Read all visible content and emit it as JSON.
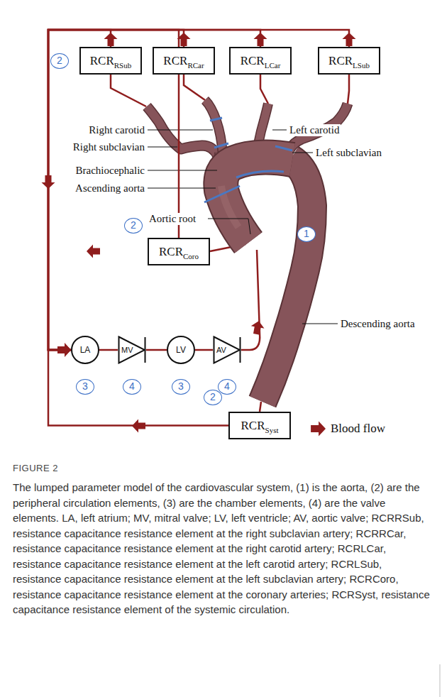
{
  "diagram": {
    "caption": "The lumped parameter model of the cardiovascular system, (1) is the aorta, (2) are the peripheral circulation elements, (3) are the chamber elements, (4) are the valve elements. LA, left atrium; MV, mitral valve; LV, left ventricle; AV, aortic valve; RCRRSub, resistance capacitance resistance element at the right subclavian artery; RCRRCar, resistance capacitance resistance element at the right carotid artery; RCRLCar, resistance capacitance resistance element at the left carotid artery; RCRLSub, resistance capacitance resistance element at the left subclavian artery; RCRCoro, resistance capacitance resistance element at the coronary arteries; RCRSyst, resistance capacitance resistance element of the systemic circulation.",
    "nodes": [
      {
        "text": [
          "RCR",
          "RSub"
        ]
      },
      {
        "text": [
          "RCR",
          "RCar"
        ]
      },
      {
        "text": [
          "RCR",
          "LCar"
        ]
      },
      {
        "text": [
          "RCR",
          "LSub"
        ]
      },
      {
        "text": [
          "RCR",
          "Coro"
        ]
      },
      {
        "text": [
          "LA"
        ]
      },
      {
        "text": [
          "MV"
        ]
      },
      {
        "text": [
          "LV"
        ]
      },
      {
        "text": [
          "AV"
        ]
      },
      {
        "text": [
          "RCR",
          "Syst"
        ]
      }
    ],
    "edges": [
      {
        "from": 0,
        "to": 5,
        "arrow": "to"
      },
      {
        "from": 1,
        "to": 5,
        "arrow": "to"
      },
      {
        "from": 2,
        "to": 5,
        "arrow": "to"
      },
      {
        "from": 3,
        "to": 5,
        "arrow": "to"
      },
      {
        "from": 4,
        "to": 5,
        "arrow": "to"
      },
      {
        "from": 9,
        "to": 5,
        "arrow": "to"
      },
      {
        "from": 5,
        "to": 6,
        "arrow": "none"
      },
      {
        "from": 6,
        "to": 7,
        "arrow": "none"
      },
      {
        "from": 7,
        "to": 8,
        "arrow": "none"
      }
    ],
    "labels": [
      "Right carotid",
      "Right subclavian",
      "Brachiocephalic",
      "Ascending aorta",
      "Aortic root",
      "Left carotid",
      "Left subclavian",
      "Descending aorta",
      "1",
      "2",
      "2",
      "2",
      "3",
      "3",
      "4",
      "4",
      "FIGURE 2"
    ],
    "legend": [
      {
        "text": "Blood flow"
      }
    ]
  }
}
